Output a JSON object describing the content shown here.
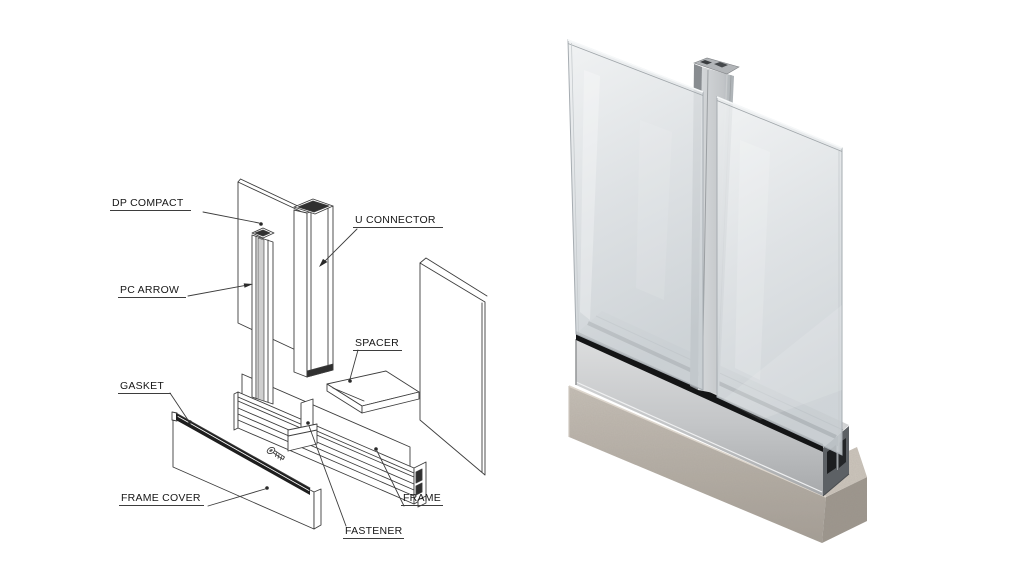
{
  "page": {
    "background": "#ffffff"
  },
  "diagram": {
    "kind": "exploded-isometric-line-drawing",
    "line_color": "#3d3d3d",
    "labels": [
      {
        "id": "dp-compact",
        "text": "DP COMPACT"
      },
      {
        "id": "u-connector",
        "text": "U CONNECTOR"
      },
      {
        "id": "pc-arrow",
        "text": "PC ARROW"
      },
      {
        "id": "spacer",
        "text": "SPACER"
      },
      {
        "id": "gasket",
        "text": "GASKET"
      },
      {
        "id": "frame-cover",
        "text": "FRAME COVER"
      },
      {
        "id": "frame",
        "text": "FRAME"
      },
      {
        "id": "fastener",
        "text": "FASTENER"
      }
    ]
  },
  "render": {
    "caption": "assembled glass partition on aluminum base profile",
    "colors": {
      "glass": "#d9dde0",
      "aluminum_front": "#c0c2c4",
      "aluminum_top": "#dedfe0",
      "gasket": "#141516",
      "concrete": "#b3aca3",
      "post": "#c3c6c9"
    }
  }
}
